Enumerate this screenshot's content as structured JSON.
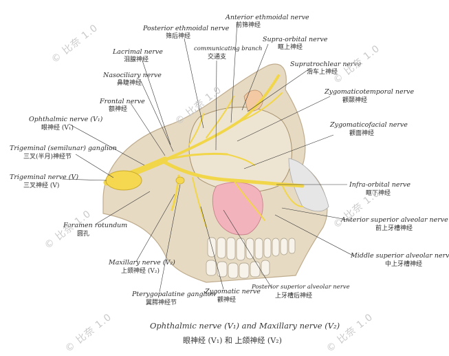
{
  "labels": [
    {
      "id": "anterior-ethmoidal-nerve",
      "en": "Anterior ethmoidal nerve",
      "cn": "前筛神经"
    },
    {
      "id": "posterior-ethmoidal-nerve",
      "en": "Posterior ethmoidal nerve",
      "cn": "筛后神经"
    },
    {
      "id": "supra-orbital-nerve",
      "en": "Supra-orbital nerve",
      "cn": "眶上神经"
    },
    {
      "id": "communicating-branch",
      "en": "communicating branch",
      "cn": "交通支"
    },
    {
      "id": "lacrimal-nerve",
      "en": "Lacrimal nerve",
      "cn": "泪腺神经"
    },
    {
      "id": "supratrochlear-nerve",
      "en": "Supratrochlear nerve",
      "cn": "滑车上神经"
    },
    {
      "id": "nasociliary-nerve",
      "en": "Nasociliary nerve",
      "cn": "鼻睫神经"
    },
    {
      "id": "zygomaticotemporal-nerve",
      "en": "Zygomaticotemporal nerve",
      "cn": "颧颞神经"
    },
    {
      "id": "frontal-nerve",
      "en": "Frontal nerve",
      "cn": "额神经"
    },
    {
      "id": "zygomaticofacial-nerve",
      "en": "Zygomaticofacial nerve",
      "cn": "颧面神经"
    },
    {
      "id": "ophthalmic-nerve",
      "en": "Ophthalmic nerve (V₁)",
      "cn": "眼神经 (V₁)"
    },
    {
      "id": "trigeminal-ganglion",
      "en": "Trigeminal (semilunar) ganglion",
      "cn": "三叉(半月)神经节"
    },
    {
      "id": "trigeminal-nerve",
      "en": "Trigeminal nerve (V)",
      "cn": "三叉神经 (V)"
    },
    {
      "id": "infra-orbital-nerve",
      "en": "Infra-orbital nerve",
      "cn": "眶下神经"
    },
    {
      "id": "foramen-rotundum",
      "en": "Foramen rotundum",
      "cn": "圆孔"
    },
    {
      "id": "anterior-superior-alveolar-nerve",
      "en": "Anterior superior alveolar nerve",
      "cn": "前上牙槽神经"
    },
    {
      "id": "middle-superior-alveolar-nerve",
      "en": "Middle superior alveolar nerve",
      "cn": "中上牙槽神经"
    },
    {
      "id": "maxillary-nerve",
      "en": "Maxillary nerve (V₂)",
      "cn": "上颌神经 (V₂)"
    },
    {
      "id": "pterygopalatine-ganglion",
      "en": "Pterygopalatine ganglion",
      "cn": "翼腭神经节"
    },
    {
      "id": "zygomatic-nerve",
      "en": "Zygomatic nerve",
      "cn": "颧神经"
    },
    {
      "id": "posterior-superior-alveolar-nerve",
      "en": "Posterior superior alveolar nerve",
      "cn": "上牙槽后神经"
    }
  ],
  "caption": {
    "en": "Ophthalmic nerve (V₁)  and  Maxillary nerve (V₂)",
    "cn": "眼神经 (V₁)  和  上颌神经 (V₂)"
  },
  "watermark": "© 比奈 1.0",
  "colors": {
    "nerve": "#f2d64a",
    "bone": "#d8c6a8",
    "sinus": "#f3b6be",
    "ink": "#2a2a2a"
  }
}
